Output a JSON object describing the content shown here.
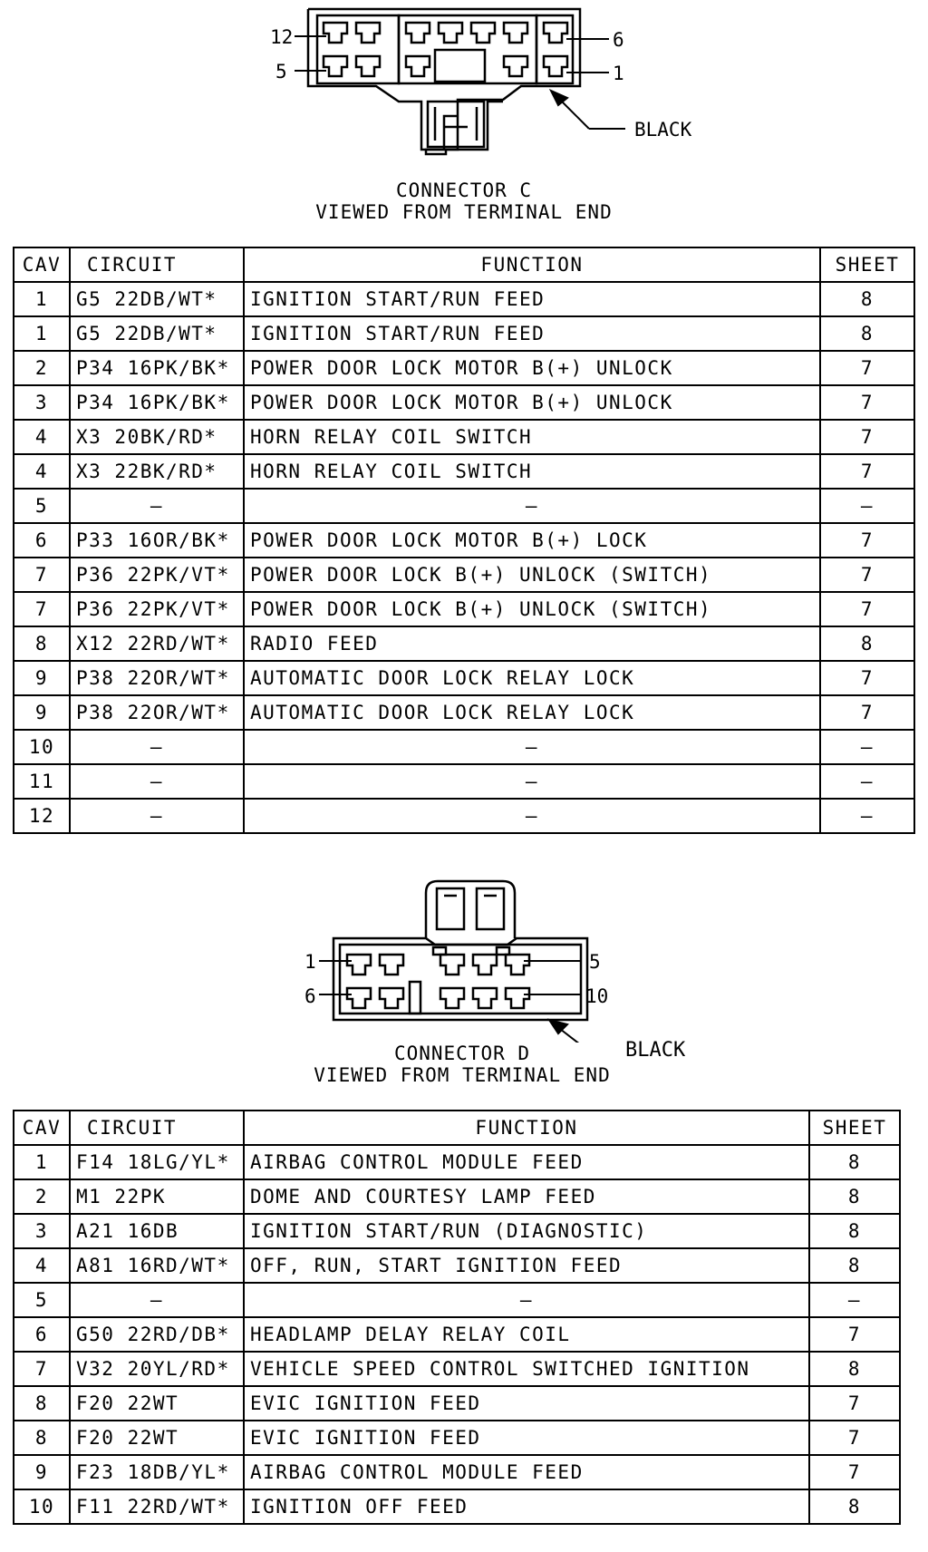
{
  "connector_c": {
    "pin_labels": {
      "top_left": "12",
      "bottom_left": "5",
      "top_right": "6",
      "bottom_right": "1"
    },
    "color_label": "BLACK",
    "title": "CONNECTOR C",
    "subtitle": "VIEWED FROM TERMINAL END",
    "headers": {
      "cav": "CAV",
      "circuit": "CIRCUIT",
      "function": "FUNCTION",
      "sheet": "SHEET"
    },
    "rows": [
      {
        "cav": "1",
        "circuit": "G5 22DB/WT*",
        "function": "IGNITION START/RUN FEED",
        "sheet": "8"
      },
      {
        "cav": "1",
        "circuit": "G5 22DB/WT*",
        "function": "IGNITION START/RUN FEED",
        "sheet": "8"
      },
      {
        "cav": "2",
        "circuit": "P34 16PK/BK*",
        "function": "POWER DOOR LOCK MOTOR B(+) UNLOCK",
        "sheet": "7"
      },
      {
        "cav": "3",
        "circuit": "P34 16PK/BK*",
        "function": "POWER DOOR LOCK MOTOR B(+) UNLOCK",
        "sheet": "7"
      },
      {
        "cav": "4",
        "circuit": "X3 20BK/RD*",
        "function": "HORN RELAY COIL SWITCH",
        "sheet": "7"
      },
      {
        "cav": "4",
        "circuit": "X3 22BK/RD*",
        "function": "HORN RELAY COIL SWITCH",
        "sheet": "7"
      },
      {
        "cav": "5",
        "circuit": "—",
        "function": "—",
        "sheet": "—"
      },
      {
        "cav": "6",
        "circuit": "P33 16OR/BK*",
        "function": "POWER DOOR LOCK MOTOR B(+) LOCK",
        "sheet": "7"
      },
      {
        "cav": "7",
        "circuit": "P36 22PK/VT*",
        "function": "POWER DOOR LOCK B(+) UNLOCK (SWITCH)",
        "sheet": "7"
      },
      {
        "cav": "7",
        "circuit": "P36 22PK/VT*",
        "function": "POWER DOOR LOCK B(+) UNLOCK (SWITCH)",
        "sheet": "7"
      },
      {
        "cav": "8",
        "circuit": "X12 22RD/WT*",
        "function": "RADIO FEED",
        "sheet": "8"
      },
      {
        "cav": "9",
        "circuit": "P38 22OR/WT*",
        "function": "AUTOMATIC DOOR LOCK RELAY LOCK",
        "sheet": "7"
      },
      {
        "cav": "9",
        "circuit": "P38 22OR/WT*",
        "function": "AUTOMATIC DOOR LOCK RELAY LOCK",
        "sheet": "7"
      },
      {
        "cav": "10",
        "circuit": "—",
        "function": "—",
        "sheet": "—"
      },
      {
        "cav": "11",
        "circuit": "—",
        "function": "—",
        "sheet": "—"
      },
      {
        "cav": "12",
        "circuit": "—",
        "function": "—",
        "sheet": "—"
      }
    ]
  },
  "connector_d": {
    "pin_labels": {
      "top_left": "1",
      "bottom_left": "6",
      "top_right": "5",
      "bottom_right": "10"
    },
    "color_label": "BLACK",
    "title": "CONNECTOR D",
    "subtitle": "VIEWED FROM TERMINAL END",
    "headers": {
      "cav": "CAV",
      "circuit": "CIRCUIT",
      "function": "FUNCTION",
      "sheet": "SHEET"
    },
    "rows": [
      {
        "cav": "1",
        "circuit": "F14 18LG/YL*",
        "function": "AIRBAG CONTROL MODULE FEED",
        "sheet": "8"
      },
      {
        "cav": "2",
        "circuit": "M1 22PK",
        "function": "DOME AND COURTESY LAMP FEED",
        "sheet": "8"
      },
      {
        "cav": "3",
        "circuit": "A21 16DB",
        "function": "IGNITION START/RUN (DIAGNOSTIC)",
        "sheet": "8"
      },
      {
        "cav": "4",
        "circuit": "A81 16RD/WT*",
        "function": "OFF, RUN, START IGNITION FEED",
        "sheet": "8"
      },
      {
        "cav": "5",
        "circuit": "—",
        "function": "—",
        "sheet": "—"
      },
      {
        "cav": "6",
        "circuit": "G50 22RD/DB*",
        "function": "HEADLAMP DELAY RELAY COIL",
        "sheet": "7"
      },
      {
        "cav": "7",
        "circuit": "V32 20YL/RD*",
        "function": "VEHICLE SPEED CONTROL SWITCHED IGNITION",
        "sheet": "8"
      },
      {
        "cav": "8",
        "circuit": "F20 22WT",
        "function": "EVIC IGNITION FEED",
        "sheet": "7"
      },
      {
        "cav": "8",
        "circuit": "F20 22WT",
        "function": "EVIC IGNITION FEED",
        "sheet": "7"
      },
      {
        "cav": "9",
        "circuit": "F23 18DB/YL*",
        "function": "AIRBAG CONTROL MODULE FEED",
        "sheet": "7"
      },
      {
        "cav": "10",
        "circuit": "F11 22RD/WT*",
        "function": "IGNITION OFF FEED",
        "sheet": "8"
      }
    ]
  }
}
